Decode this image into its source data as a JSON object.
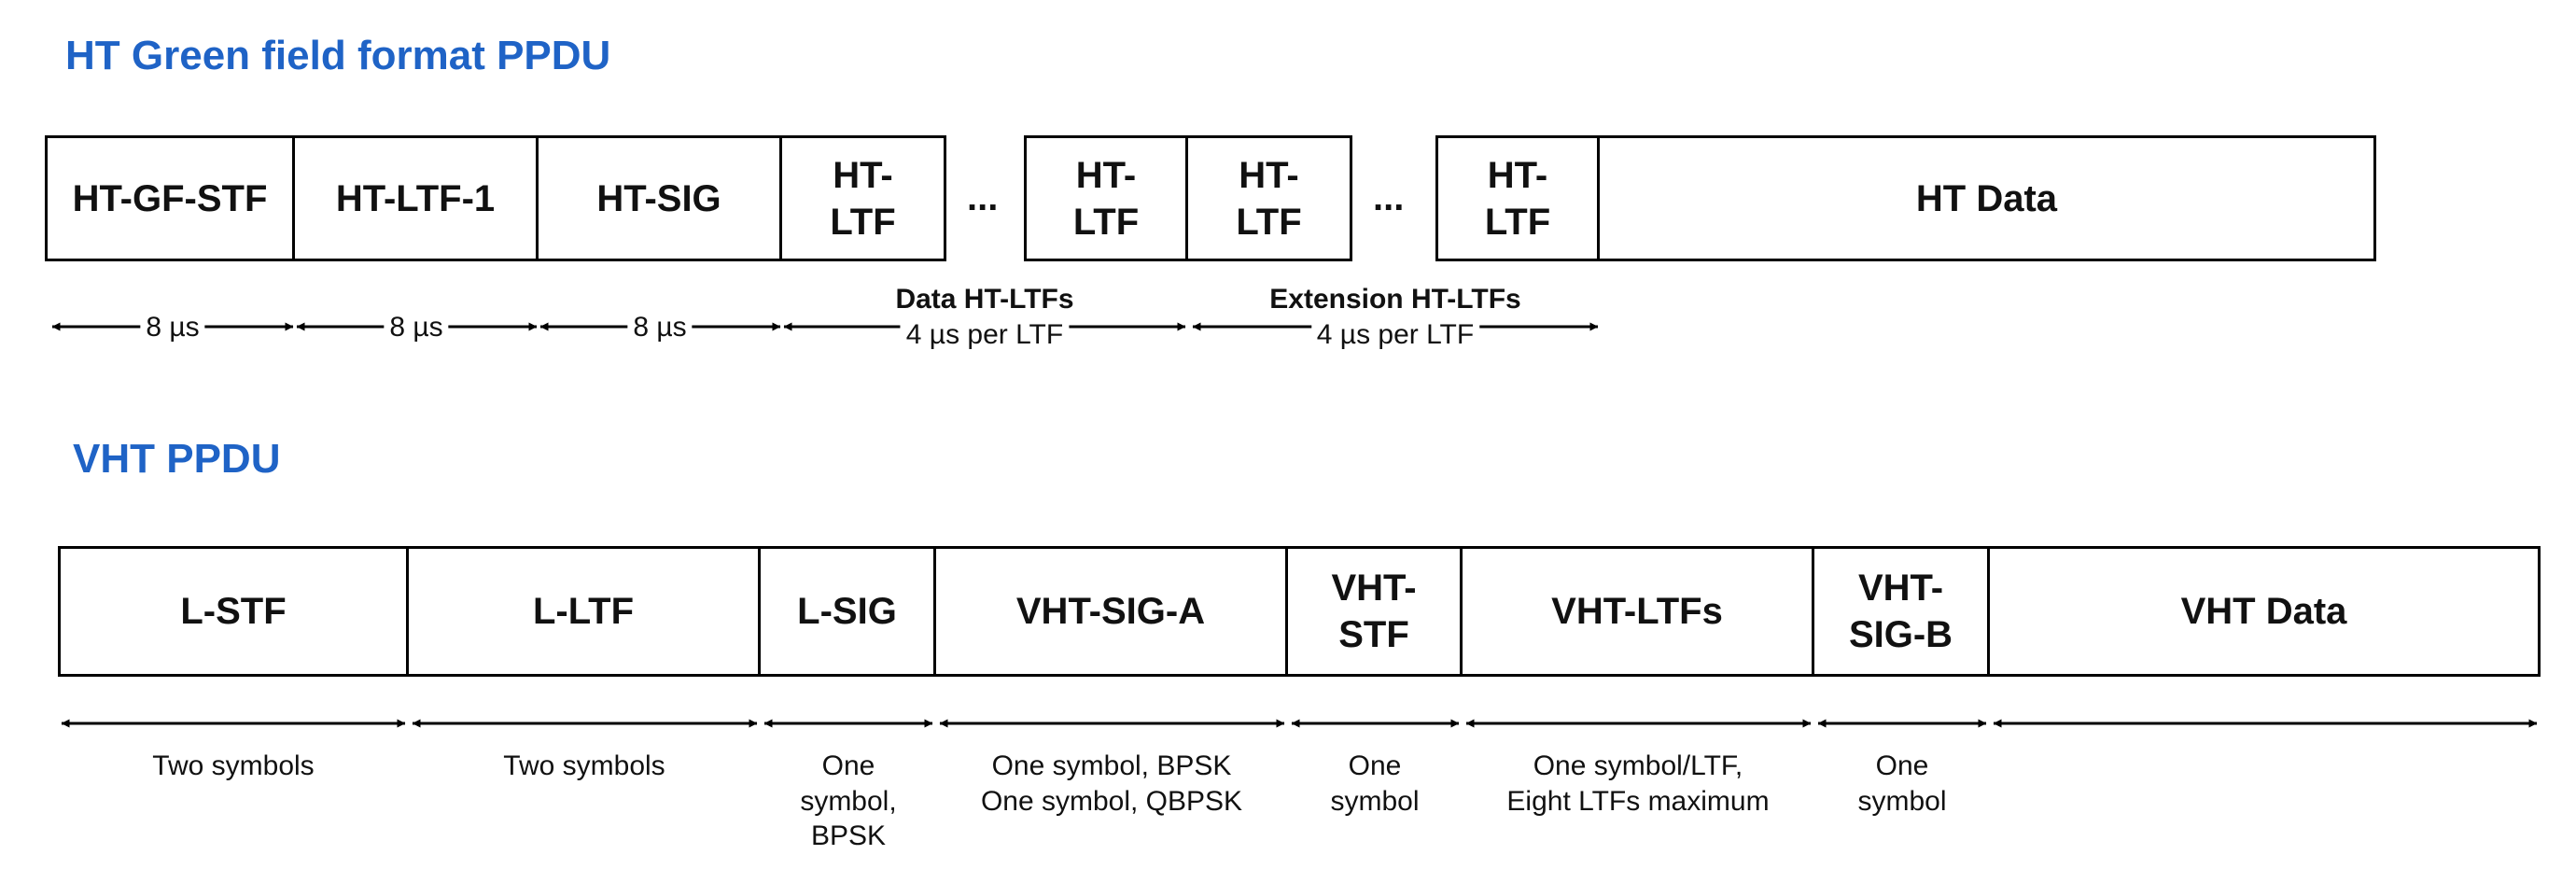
{
  "ht_section": {
    "title": "HT Green field format PPDU",
    "fields": [
      {
        "line1": "HT-GF-STF",
        "line2": ""
      },
      {
        "line1": "HT-LTF-1",
        "line2": ""
      },
      {
        "line1": "HT-SIG",
        "line2": ""
      },
      {
        "line1": "HT-",
        "line2": "LTF"
      },
      {
        "line1": "HT-",
        "line2": "LTF"
      },
      {
        "line1": "HT-",
        "line2": "LTF"
      },
      {
        "line1": "HT-",
        "line2": "LTF"
      },
      {
        "line1": "HT Data",
        "line2": ""
      }
    ],
    "ellipsis": [
      "...",
      "..."
    ],
    "durations": [
      {
        "line1": "8 µs",
        "line2": ""
      },
      {
        "line1": "8 µs",
        "line2": ""
      },
      {
        "line1": "8 µs",
        "line2": ""
      },
      {
        "line1": "Data HT-LTFs",
        "line2": "4 µs per LTF"
      },
      {
        "line1": "Extension HT-LTFs",
        "line2": "4 µs per LTF"
      }
    ]
  },
  "vht_section": {
    "title": "VHT PPDU",
    "fields": [
      {
        "line1": "L-STF",
        "line2": ""
      },
      {
        "line1": "L-LTF",
        "line2": ""
      },
      {
        "line1": "L-SIG",
        "line2": ""
      },
      {
        "line1": "VHT-SIG-A",
        "line2": ""
      },
      {
        "line1": "VHT-",
        "line2": "STF"
      },
      {
        "line1": "VHT-LTFs",
        "line2": ""
      },
      {
        "line1": "VHT-",
        "line2": "SIG-B"
      },
      {
        "line1": "VHT Data",
        "line2": ""
      }
    ],
    "durations": [
      {
        "line1": "Two symbols",
        "line2": "",
        "line3": ""
      },
      {
        "line1": "Two symbols",
        "line2": "",
        "line3": ""
      },
      {
        "line1": "One",
        "line2": "symbol,",
        "line3": "BPSK"
      },
      {
        "line1": "One symbol, BPSK",
        "line2": "One symbol, QBPSK",
        "line3": ""
      },
      {
        "line1": "One",
        "line2": "symbol",
        "line3": ""
      },
      {
        "line1": "One symbol/LTF,",
        "line2": "Eight LTFs maximum",
        "line3": ""
      },
      {
        "line1": "One",
        "line2": "symbol",
        "line3": ""
      },
      {
        "line1": "",
        "line2": "",
        "line3": ""
      }
    ]
  }
}
